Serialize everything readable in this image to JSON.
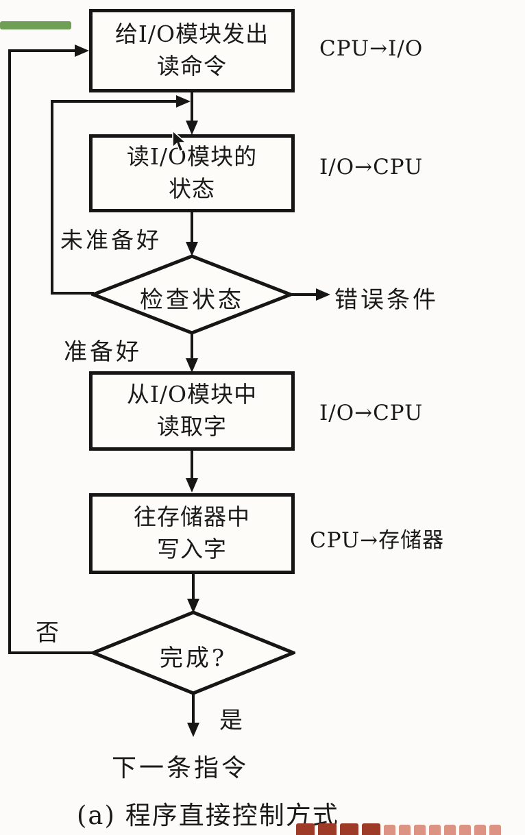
{
  "diagram": {
    "boxes": [
      {
        "line1": "给I/O模块发出",
        "line2": "读命令",
        "side_label": "CPU→I/O"
      },
      {
        "line1": "读I/O模块的",
        "line2": "状态",
        "side_label": "I/O→CPU"
      },
      {
        "line1": "从I/O模块中",
        "line2": "读取字",
        "side_label": "I/O→CPU"
      },
      {
        "line1": "往存储器中",
        "line2": "写入字",
        "side_label": "CPU→存储器"
      }
    ],
    "decision1": {
      "label": "检查状态",
      "not_ready_branch": "未准备好",
      "ready_branch": "准备好",
      "error_branch": "错误条件"
    },
    "decision2": {
      "label": "完成?",
      "no_branch": "否",
      "yes_branch": "是"
    },
    "terminal": "下一条指令",
    "caption": "(a) 程序直接控制方式"
  },
  "colors": {
    "line_black": "#161616",
    "highlight_green": "#6f9e55",
    "watermark_red_dark": "#9e3a28",
    "watermark_red_light": "#dd9383",
    "background": "#fcfbf9"
  }
}
